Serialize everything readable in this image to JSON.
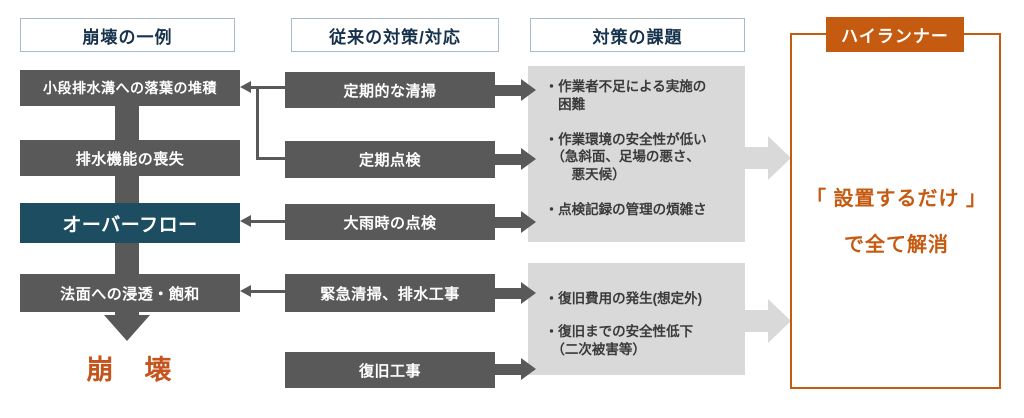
{
  "headers": {
    "collapse_example": "崩壊の一例",
    "conventional_measures": "従来の対策/対応",
    "measure_issues": "対策の課題"
  },
  "collapse_chain": {
    "steps": [
      "小段排水溝への落葉の堆積",
      "排水機能の喪失",
      "オーバーフロー",
      "法面への浸透・飽和"
    ],
    "result": "崩　壊"
  },
  "measures": [
    "定期的な清掃",
    "定期点検",
    "大雨時の点検",
    "緊急清掃、排水工事",
    "復旧工事"
  ],
  "issues": {
    "panel1": [
      "・作業者不足による実施の\n　困難",
      "・作業環境の安全性が低い\n　（急斜面、足場の悪さ、\n　　悪天候）",
      "・点検記録の管理の煩雑さ"
    ],
    "panel2": [
      "・復旧費用の発生(想定外)",
      "・復旧までの安全性低下\n　（二次被害等）"
    ]
  },
  "solution": {
    "tab": "ハイランナー",
    "line1": "「 設置するだけ 」",
    "line2": "で全て解消"
  },
  "colors": {
    "box_gray": "#595959",
    "overflow_teal": "#1d4d61",
    "panel_gray": "#d9d9d9",
    "accent_orange": "#c55a11",
    "header_navy": "#16324c"
  }
}
